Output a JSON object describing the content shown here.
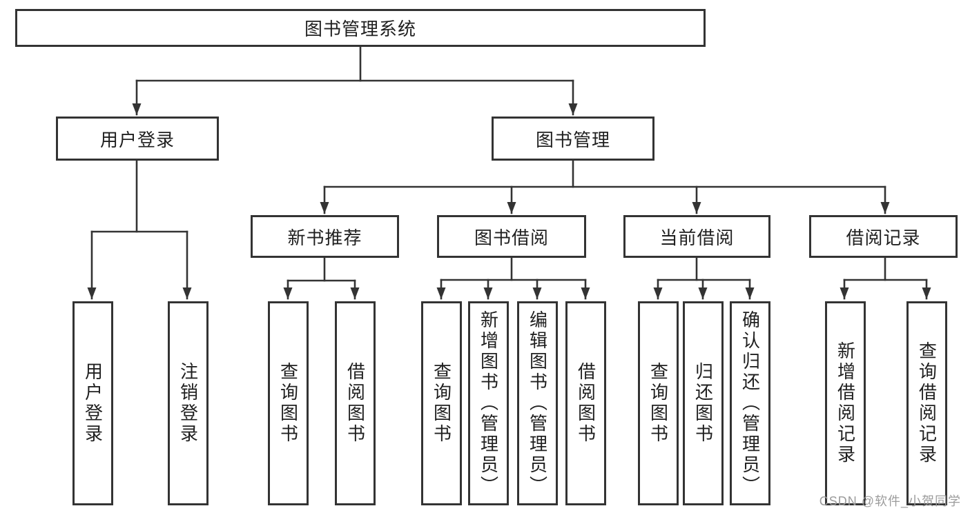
{
  "diagram": {
    "root": {
      "label": "图书管理系统"
    },
    "branches": [
      {
        "label": "用户登录",
        "children": [
          {
            "label": "用户登录"
          },
          {
            "label": "注销登录"
          }
        ]
      },
      {
        "label": "图书管理",
        "children": [
          {
            "label": "新书推荐",
            "children": [
              {
                "label": "查询图书"
              },
              {
                "label": "借阅图书"
              }
            ]
          },
          {
            "label": "图书借阅",
            "children": [
              {
                "label": "查询图书"
              },
              {
                "label": "新增图书（管理员）"
              },
              {
                "label": "编辑图书（管理员）"
              },
              {
                "label": "借阅图书"
              }
            ]
          },
          {
            "label": "当前借阅",
            "children": [
              {
                "label": "查询图书"
              },
              {
                "label": "归还图书"
              },
              {
                "label": "确认归还（管理员）"
              }
            ]
          },
          {
            "label": "借阅记录",
            "children": [
              {
                "label": "新增借阅记录"
              },
              {
                "label": "查询借阅记录"
              }
            ]
          }
        ]
      }
    ]
  },
  "watermark": {
    "text": "CSDN @软件_小贺同学"
  },
  "colors": {
    "line": "#333333",
    "box_border": "#333333",
    "text": "#1f1f1f",
    "watermark": "#9b9b9b",
    "background": "#ffffff"
  }
}
